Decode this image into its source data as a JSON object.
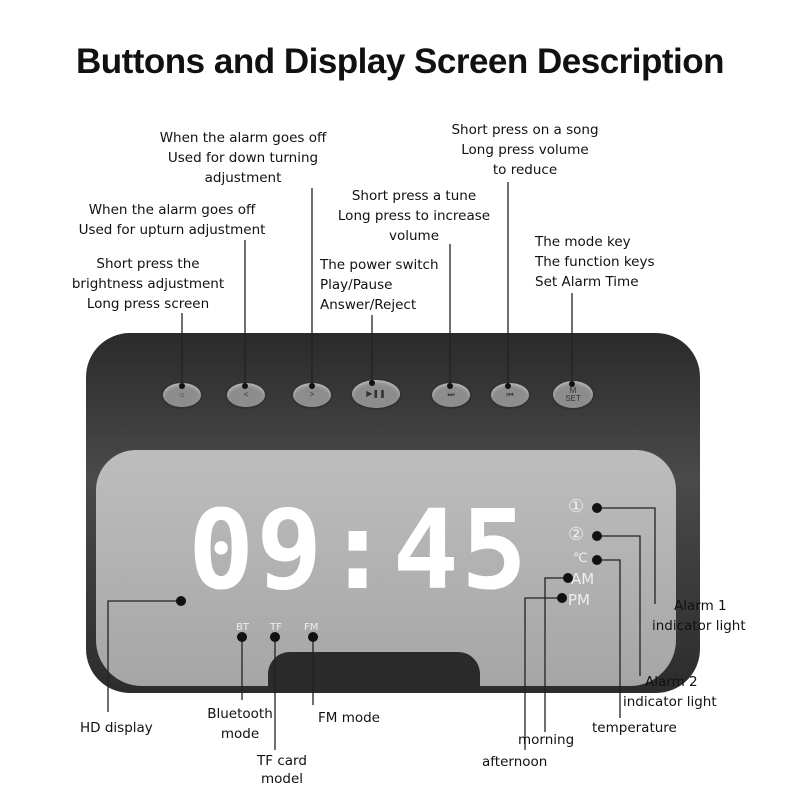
{
  "title": "Buttons and Display Screen Description",
  "display": {
    "time": "09:45",
    "indicators": {
      "bt": "BT",
      "tf": "TF",
      "fm": "FM",
      "celsius": "℃",
      "am": "AM",
      "pm": "PM",
      "alarm1": "①",
      "alarm2": "②"
    }
  },
  "buttons": [
    {
      "icon": "brightness-icon",
      "glyph": "☼"
    },
    {
      "icon": "chevron-left-icon",
      "glyph": "<"
    },
    {
      "icon": "chevron-right-icon",
      "glyph": ">"
    },
    {
      "icon": "play-pause-icon",
      "glyph": "▶❚❚"
    },
    {
      "icon": "next-icon",
      "glyph": "⏭"
    },
    {
      "icon": "previous-icon",
      "glyph": "⏮"
    },
    {
      "icon": "mode-set-icon",
      "glyph": "M SET"
    }
  ],
  "callouts": {
    "brightness": [
      "Short press the",
      "brightness adjustment",
      "Long press screen"
    ],
    "up": [
      "When the alarm goes off",
      "Used for upturn adjustment"
    ],
    "down": [
      "When the alarm goes off",
      "Used for down turning",
      "adjustment"
    ],
    "power": [
      "The power switch",
      "Play/Pause",
      "Answer/Reject"
    ],
    "next": [
      "Short press a tune",
      "Long press to increase",
      "volume"
    ],
    "prev": [
      "Short press on a song",
      "Long press volume",
      "to reduce"
    ],
    "mode": [
      "The mode key",
      "The function keys",
      "Set Alarm Time"
    ],
    "hd": [
      "HD display"
    ],
    "bt": [
      "Bluetooth",
      "mode"
    ],
    "tf": [
      "TF card",
      "model"
    ],
    "fm": [
      "FM mode"
    ],
    "alarm1": [
      "Alarm 1",
      "indicator light"
    ],
    "alarm2": [
      "Alarm 2",
      "indicator light"
    ],
    "temp": [
      "temperature"
    ],
    "morning": [
      "morning"
    ],
    "afternoon": [
      "afternoon"
    ]
  }
}
